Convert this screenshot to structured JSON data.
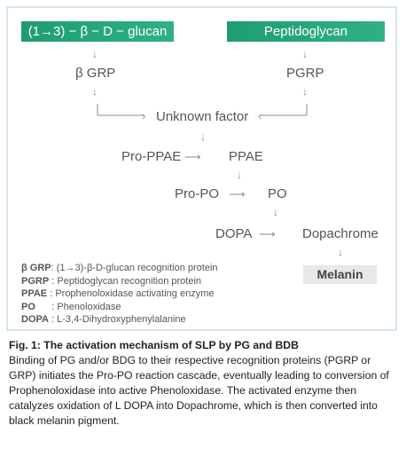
{
  "diagram": {
    "header_left": "(1→3) − β − D − glucan",
    "header_right": "Peptidoglycan",
    "nodes": {
      "bgrp": "β GRP",
      "pgrp": "PGRP",
      "unknown": "Unknown factor",
      "pro_ppae": "Pro-PPAE",
      "ppae": "PPAE",
      "pro_po": "Pro-PO",
      "po": "PO",
      "dopa": "DOPA",
      "dopachrome": "Dopachrome",
      "melanin": "Melanin"
    },
    "legend": [
      {
        "abbr": "β GRP",
        "sep": ": ",
        "text": "(1→3)-β-D-glucan recognition protein"
      },
      {
        "abbr": "PGRP",
        "sep": " : ",
        "text": "Peptidoglycan recognition protein"
      },
      {
        "abbr": "PPAE",
        "sep": " : ",
        "text": "Prophenoloxidase activating enzyme"
      },
      {
        "abbr": "PO",
        "sep": "      : ",
        "text": "Phenoloxidase"
      },
      {
        "abbr": "DOPA",
        "sep": " : ",
        "text": "L-3,4-Dihydroxyphenylalanine"
      }
    ]
  },
  "caption": {
    "title": "Fig. 1: The activation mechanism of SLP by PG and BDB",
    "body": "Binding of PG and/or BDG to their respective recognition proteins (PGRP or GRP) initiates the Pro-PO reaction cascade, eventually leading to conversion of Prophenoloxidase into active Phenoloxidase. The activated enzyme then catalyzes oxidation of L DOPA into Dopachrome, which is then converted into black melanin pigment."
  },
  "colors": {
    "header": "#2fb184",
    "frame": "#d3e8e0",
    "melanin_box": "#e8e8e8"
  }
}
